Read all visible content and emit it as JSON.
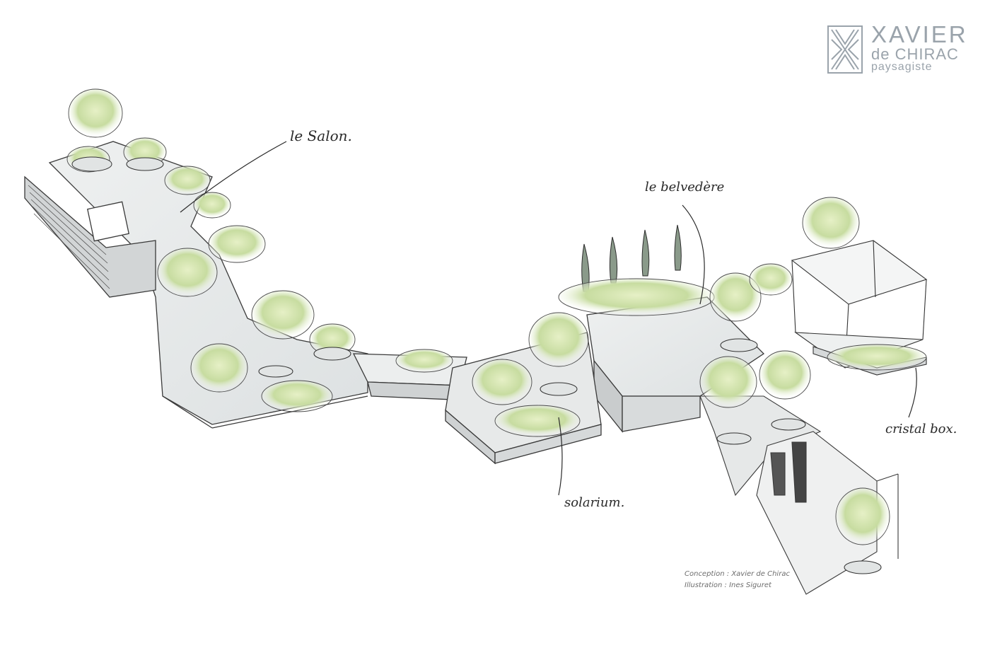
{
  "logo": {
    "line1": "XAVIER",
    "line2": "de CHIRAC",
    "line3": "paysagiste",
    "color": "#9aa3ab"
  },
  "labels": {
    "salon": "le Salon.",
    "belvedere": "le belvedère",
    "cristal_box": "cristal box.",
    "solarium": "solarium."
  },
  "credits": {
    "conception": "Conception : Xavier de Chirac",
    "illustration": "Illustration : Ines Siguret"
  },
  "palette": {
    "ink": "#2a2a2a",
    "deck": "#e8eaea",
    "foliage": "#cfe0a6",
    "foliage_dark": "#8fae5a"
  }
}
